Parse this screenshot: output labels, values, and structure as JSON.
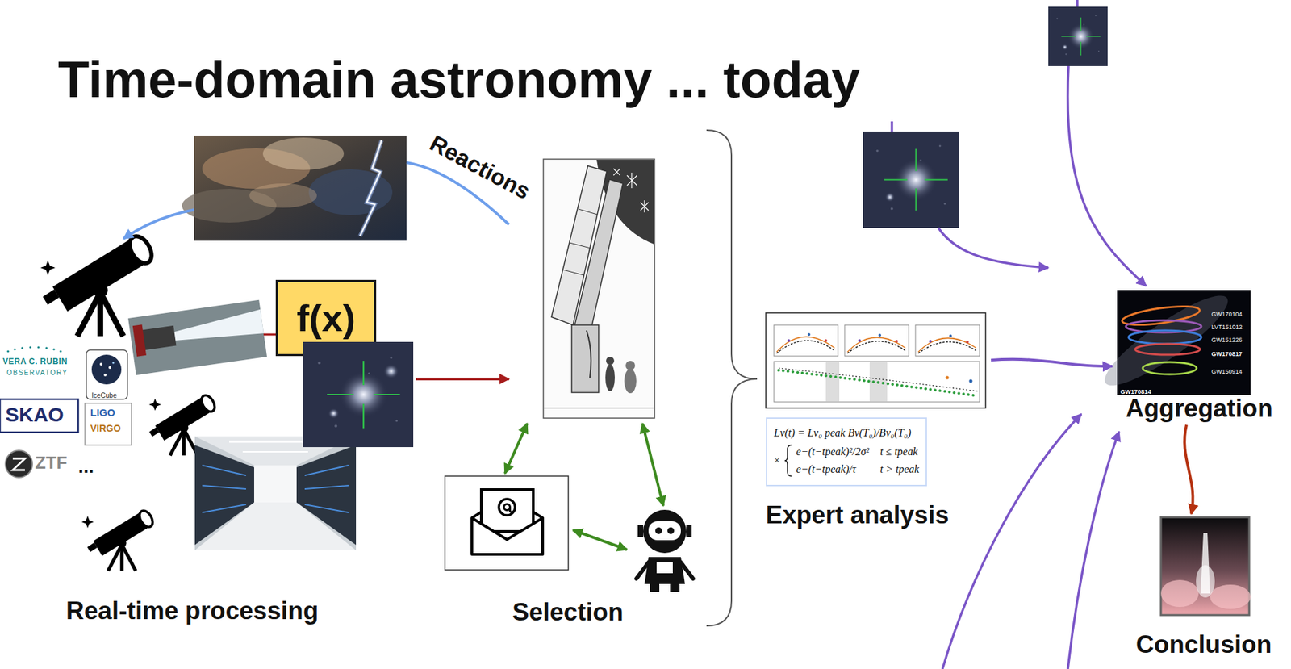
{
  "diagram": {
    "title": "Time-domain astronomy ... today",
    "nodes": [
      {
        "text": [
          "Real-time processing"
        ]
      },
      {
        "text": [
          "f(x)"
        ],
        "in": 0
      },
      {
        "text": [
          "Selection"
        ]
      },
      {
        "text": [
          "Expert analysis"
        ]
      },
      {
        "text": [
          "Lν(t) = Lν₀ peak Bν(T₀)/Bν₀(T₀)",
          "×",
          "e−(t−tpeak)²/2σ²",
          "t ≤ tpeak",
          "e−(t−tpeak)/τ",
          "t > tpeak"
        ],
        "in": 3
      },
      {
        "text": [
          "Aggregation"
        ]
      },
      {
        "text": [
          "Conclusion"
        ]
      }
    ],
    "edges": [
      {
        "from": 0,
        "to": 2,
        "arrow": "to"
      },
      {
        "from": 2,
        "to": 0,
        "arrow": "to",
        "label": "Reactions"
      },
      {
        "from": 3,
        "to": 5,
        "arrow": "to"
      },
      {
        "from": 5,
        "to": 6,
        "arrow": "to"
      }
    ],
    "labels": [
      "VERA C. RUBIN",
      "OBSERVATORY",
      "IceCube",
      "SKAO",
      "LIGO",
      "VIRGO",
      "ZTF",
      "...",
      "GW170104",
      "LVT151012",
      "GW151226",
      "GW170817",
      "GW150914",
      "GW170814"
    ]
  }
}
